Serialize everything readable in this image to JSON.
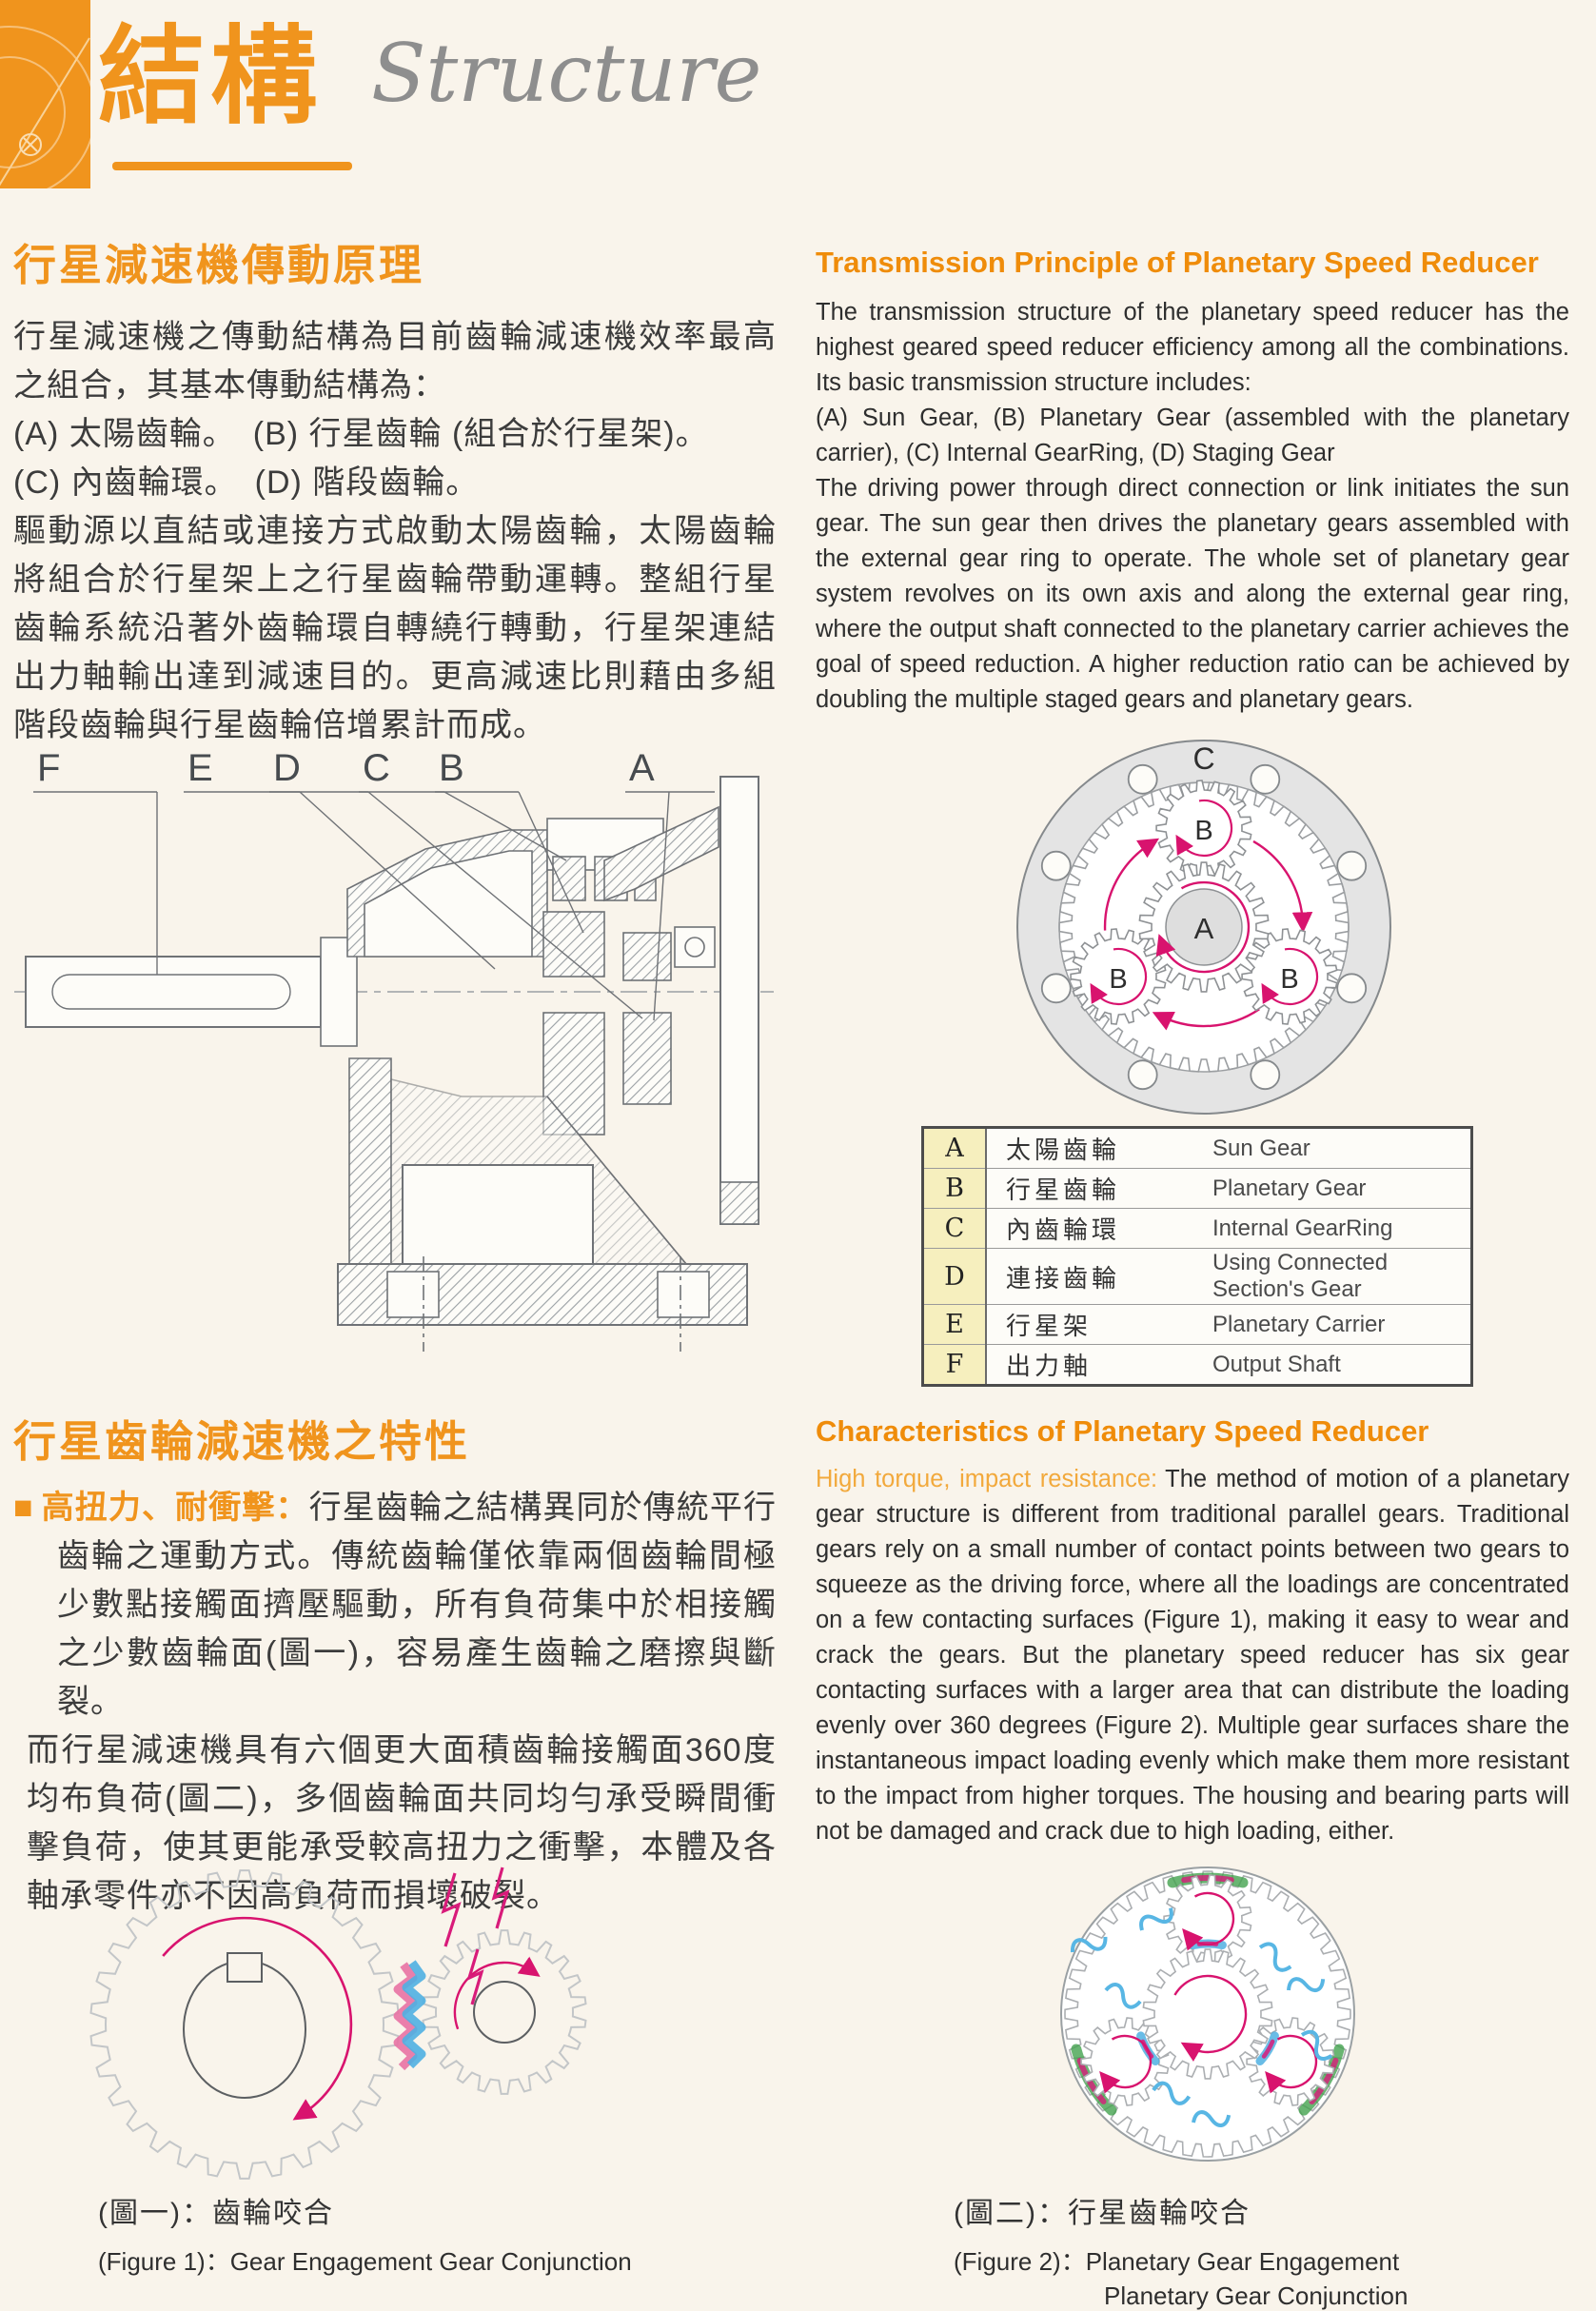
{
  "colors": {
    "accent": "#f0941d",
    "accent_en": "#ef8c0a",
    "page_bg": "#f9f4eb",
    "pink": "#d8136e",
    "blue": "#58b6e4",
    "green": "#44a34f",
    "table_key_bg": "#f6efbe",
    "gray_line": "#9aa0a4"
  },
  "header": {
    "title_zh": "結構",
    "title_en": "Structure"
  },
  "s1_left": {
    "title": "行星減速機傳動原理",
    "p1": "行星減速機之傳動結構為目前齒輪減速機效率最高之組合，其基本傳動結構為：",
    "p2": "(A) 太陽齒輪。　(B) 行星齒輪 (組合於行星架)。",
    "p3": "(C) 內齒輪環。　(D) 階段齒輪。",
    "p4": "驅動源以直結或連接方式啟動太陽齒輪，太陽齒輪將組合於行星架上之行星齒輪帶動運轉。整組行星齒輪系統沿著外齒輪環自轉繞行轉動，行星架連結出力軸輸出達到減速目的。更高減速比則藉由多組階段齒輪與行星齒輪倍增累計而成。"
  },
  "s1_right": {
    "title": "Transmission Principle of Planetary Speed Reducer",
    "p1": "The transmission structure of the planetary speed reducer has the highest geared speed reducer efficiency among all the combinations. Its basic transmission structure includes:",
    "p2": "(A) Sun Gear, (B) Planetary Gear (assembled with the planetary carrier), (C) Internal GearRing, (D) Staging Gear",
    "p3": "The driving power through direct connection or link initiates the sun gear. The sun gear then drives the planetary gears assembled with the external gear ring to operate. The whole set of planetary gear system revolves on its own axis and along the external gear ring, where the output shaft connected to the planetary carrier achieves the goal of speed reduction. A higher reduction ratio can be achieved by doubling the multiple staged gears and planetary gears."
  },
  "cross_section": {
    "labels": [
      "F",
      "E",
      "D",
      "C",
      "B",
      "A"
    ]
  },
  "planetary_diagram": {
    "ring": "C",
    "sun": "A",
    "planet": "B"
  },
  "parts_table": {
    "rows": [
      {
        "key": "A",
        "zh": "太陽齒輪",
        "en": "Sun Gear"
      },
      {
        "key": "B",
        "zh": "行星齒輪",
        "en": "Planetary Gear"
      },
      {
        "key": "C",
        "zh": "內齒輪環",
        "en": "Internal GearRing"
      },
      {
        "key": "D",
        "zh": "連接齒輪",
        "en": "Using Connected Section's Gear"
      },
      {
        "key": "E",
        "zh": "行星架",
        "en": "Planetary Carrier"
      },
      {
        "key": "F",
        "zh": "出力軸",
        "en": "Output Shaft"
      }
    ]
  },
  "s2_left": {
    "title": "行星齒輪減速機之特性",
    "bullet": "■",
    "lead": "高扭力、耐衝擊：",
    "p1": "行星齒輪之結構異同於傳統平行齒輪之運動方式。傳統齒輪僅依靠兩個齒輪間極少數點接觸面擠壓驅動，所有負荷集中於相接觸之少數齒輪面(圖一)，容易產生齒輪之磨擦與斷裂。",
    "p2": "而行星減速機具有六個更大面積齒輪接觸面360度均布負荷(圖二)，多個齒輪面共同均勻承受瞬間衝擊負荷，使其更能承受較高扭力之衝擊，本體及各軸承零件亦不因高負荷而損壞破裂。"
  },
  "s2_right": {
    "title": "Characteristics of Planetary Speed Reducer",
    "lead": "High torque, impact resistance:",
    "p1": "The method of motion of a planetary gear structure is different from traditional parallel gears. Traditional gears rely on a small number of contact points between two gears to squeeze as the driving force, where all the loadings are concentrated on a few contacting surfaces (Figure 1), making it easy to wear and crack the gears. But the planetary speed reducer has six gear contacting surfaces with a larger area that can distribute the loading evenly over 360 degrees (Figure 2). Multiple gear surfaces share the instantaneous impact loading evenly which make them more resistant to the impact from higher torques. The housing and bearing parts will not be damaged and crack due to high loading, either."
  },
  "fig1": {
    "caption_zh": "(圖一)：齒輪咬合",
    "caption_en": "(Figure 1)：Gear Engagement Gear Conjunction"
  },
  "fig2": {
    "caption_zh": "(圖二)：行星齒輪咬合",
    "caption_en1": "(Figure 2)：Planetary Gear Engagement",
    "caption_en2": "Planetary Gear Conjunction"
  }
}
